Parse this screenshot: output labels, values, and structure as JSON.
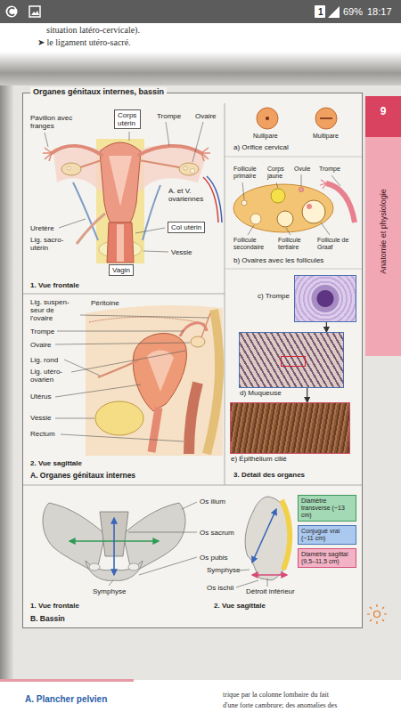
{
  "diagram": {
    "nodes": [
      {
        "text": [
          "Organes génitaux internes, bassin"
        ]
      },
      {
        "text": [
          "Corps utérin"
        ],
        "in": 0
      },
      {
        "text": [
          "Col utérin"
        ],
        "in": 0
      },
      {
        "text": [
          "Vagin"
        ],
        "in": 0
      },
      {
        "text": [
          "c) Trompe"
        ],
        "in": 0
      },
      {
        "text": [
          "d) Muqueuse"
        ],
        "in": 0
      },
      {
        "text": [
          "e) Épithélium cilié"
        ],
        "in": 0
      },
      {
        "text": [
          "9",
          "Anatomie et physiologie"
        ]
      }
    ],
    "edges": [
      {
        "from": 4,
        "to": 5,
        "arrow": "to"
      },
      {
        "from": 5,
        "to": 6,
        "arrow": "to"
      }
    ],
    "labels": [
      "1",
      "69%",
      "18:17",
      "situation latéro-cervicale).",
      "➤ le ligament utéro-sacré.",
      "Pavillon avec franges",
      "Trompe",
      "Ovaire",
      "A. et V. ovariennes",
      "Uretère",
      "Lig. sacro-utérin",
      "Vessie",
      "1. Vue frontale",
      "Nullipare",
      "Multipare",
      "a) Orifice cervical",
      "Follicule primaire",
      "Corps jaune",
      "Ovule",
      "Trompe",
      "Follicule secondaire",
      "Follicule tertiaire",
      "Follicule de Graaf",
      "b) Ovaires avec les follicules",
      "Lig. suspen- seur de l'ovaire",
      "Péritoine",
      "Trompe",
      "Ovaire",
      "Lig. rond",
      "Lig. utéro-ovarien",
      "Utérus",
      "Vessie",
      "Rectum",
      "2. Vue sagittale",
      "A. Organes génitaux internes",
      "3. Détail des organes",
      "Os ilium",
      "Os sacrum",
      "Os pubis",
      "Symphyse",
      "Os ischii",
      "Détroit inférieur",
      "Symphyse",
      "1. Vue frontale",
      "B. Bassin",
      "2. Vue sagittale",
      "A. Plancher pelvien",
      "trique par la colonne lombaire du fait",
      "d'une forte cambrure; des anomalies des"
    ],
    "legend": [
      {
        "text": "Diamètre transverse (~13 cm)",
        "color": "#a3d9b4"
      },
      {
        "text": "Conjugué vrai (~11 cm)",
        "color": "#abc9ee"
      },
      {
        "text": "Diamètre sagittal (9,5–11,5 cm)",
        "color": "#f3b3c6"
      }
    ]
  }
}
